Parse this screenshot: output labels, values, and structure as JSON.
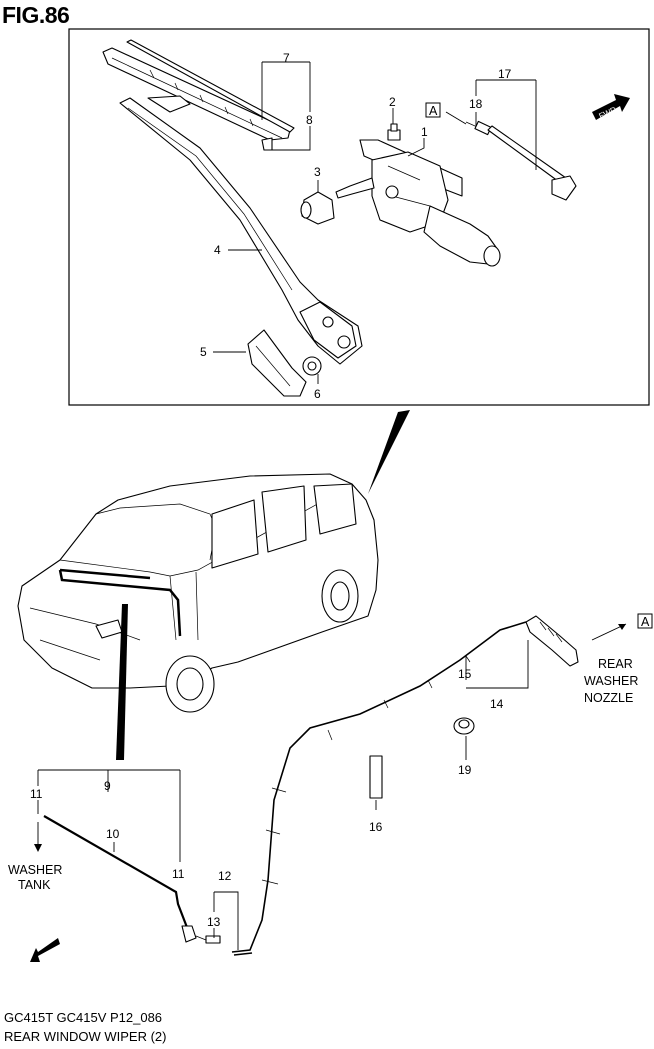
{
  "figure": {
    "title": "FIG.86"
  },
  "callouts": {
    "p1": "1",
    "p2": "2",
    "p3": "3",
    "p4": "4",
    "p5": "5",
    "p6": "6",
    "p7": "7",
    "p8": "8",
    "p9": "9",
    "p10": "10",
    "p11a": "11",
    "p11b": "11",
    "p12": "12",
    "p13": "13",
    "p14": "14",
    "p15": "15",
    "p16": "16",
    "p17": "17",
    "p18": "18",
    "p19": "19"
  },
  "refs": {
    "a_box_top": "A",
    "a_box_right": "A"
  },
  "fwd": {
    "top": "FWD",
    "bottom": "FWD"
  },
  "labels": {
    "washer_tank_l1": "WASHER",
    "washer_tank_l2": "TANK",
    "rear_nozzle_l1": "REAR",
    "rear_nozzle_l2": "WASHER",
    "rear_nozzle_l3": "NOZZLE"
  },
  "footer": {
    "models": "GC415T GC415V P12_086",
    "caption": "REAR WINDOW WIPER (2)"
  }
}
